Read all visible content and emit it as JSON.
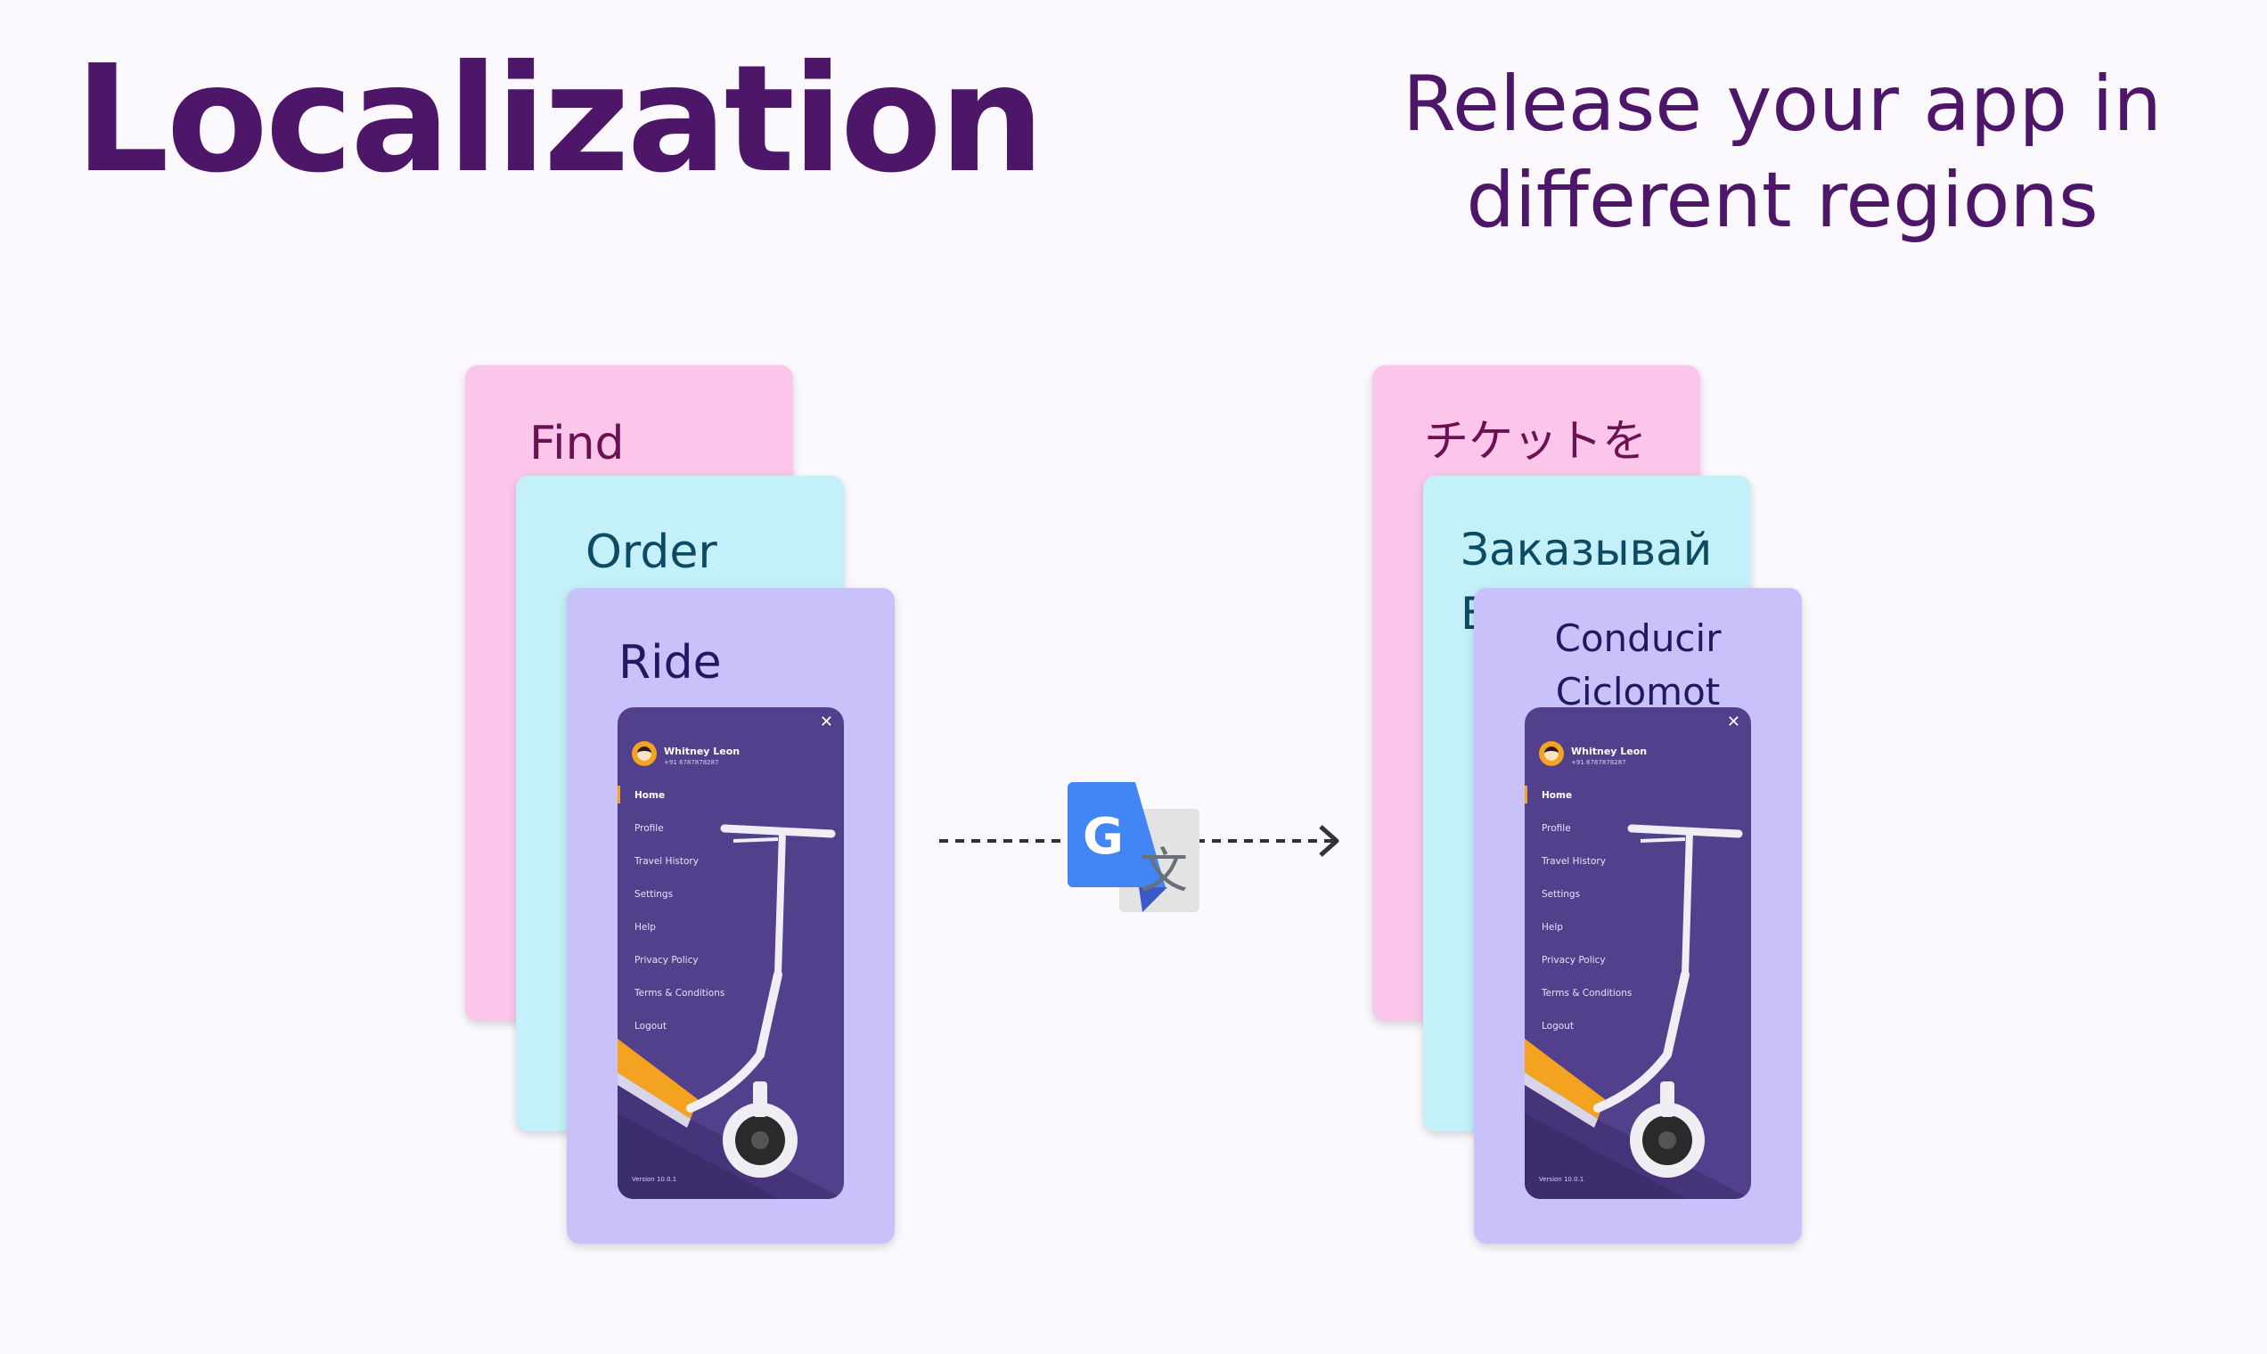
{
  "header": {
    "title": "Localization",
    "subtitle": "Release your app in different regions"
  },
  "source_cards": {
    "pink": "Find",
    "cyan": "Order",
    "lavender": "Ride"
  },
  "translated_cards": {
    "pink": "チケットを",
    "cyan": "Заказывай",
    "cyan_peek": "E",
    "lavender_line1": "Conducir",
    "lavender_line2": "Ciclomot"
  },
  "phone": {
    "user_name": "Whitney Leon",
    "user_phone": "+91 6787878287",
    "menu": [
      "Home",
      "Profile",
      "Travel History",
      "Settings",
      "Help",
      "Privacy Policy",
      "Terms & Conditions",
      "Logout"
    ],
    "active_item": "Home",
    "version": "Version 10.0.1"
  },
  "translate_icon": {
    "letter_g": "G",
    "glyph": "文",
    "name": "google-translate-icon"
  },
  "colors": {
    "title": "#4d1668",
    "card_pink": "#fbc6ea",
    "card_cyan": "#c3f0f9",
    "card_lavender": "#c9c1fa",
    "phone_bg": "#53408c",
    "accent_orange": "#f3a31f",
    "google_blue": "#4285f4"
  }
}
